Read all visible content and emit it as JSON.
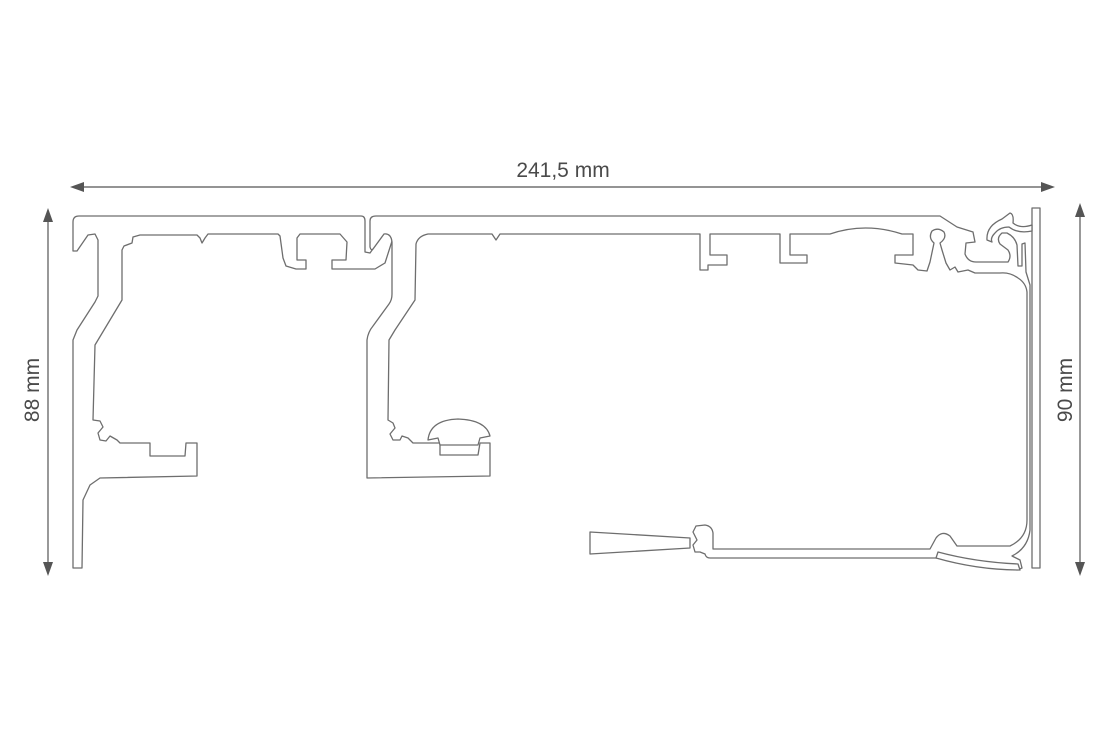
{
  "drawing": {
    "type": "profile cross-section",
    "dimensions": {
      "overall_width": "241,5 mm",
      "left_height": "88 mm",
      "right_height": "90 mm"
    },
    "colors": {
      "outline": "#6e6e6e",
      "dimension_line": "#555555",
      "text": "#4a4a4a",
      "background": "#ffffff"
    }
  }
}
